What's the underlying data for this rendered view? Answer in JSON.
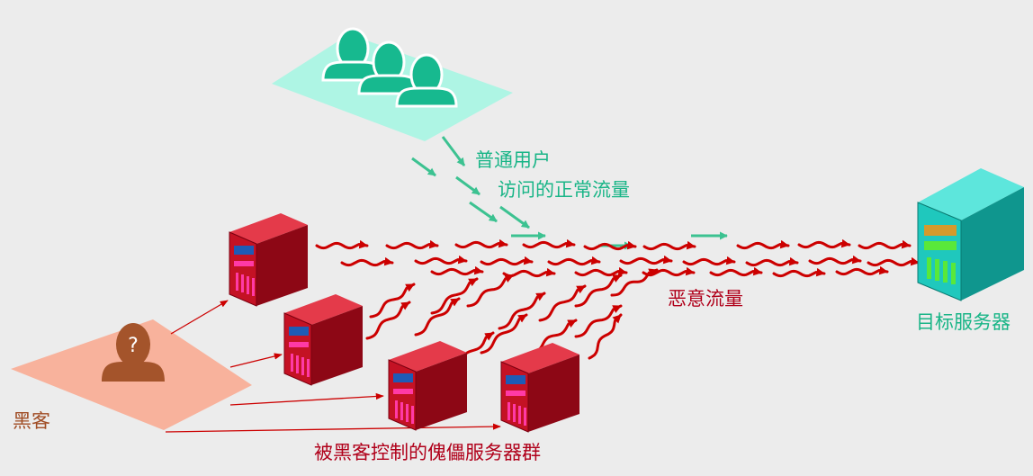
{
  "labels": {
    "normal_users": "普通用户",
    "normal_traffic": "访问的正常流量",
    "malicious_traffic": "恶意流量",
    "target_server": "目标服务器",
    "hacker": "黑客",
    "botnet": "被黑客控制的傀儡服务器群"
  },
  "hacker_mark": "?",
  "colors": {
    "background": "#ececec",
    "users_platform": "#aef5e4",
    "user_figure": "#17b98f",
    "normal_arrow": "#3cc291",
    "label_green": "#19b587",
    "hacker_platform": "#f8b29c",
    "hacker_figure": "#a4542b",
    "label_brown": "#a04c24",
    "malicious_arrow": "#cc0000",
    "label_red": "#b0001a",
    "bot_server": "#c41224",
    "target_server": "#1fc8bd"
  },
  "icons": {
    "user_group": "user-group-icon",
    "hacker": "hacker-icon",
    "bot_server": "server-tower-icon",
    "target_server": "server-tower-icon"
  }
}
